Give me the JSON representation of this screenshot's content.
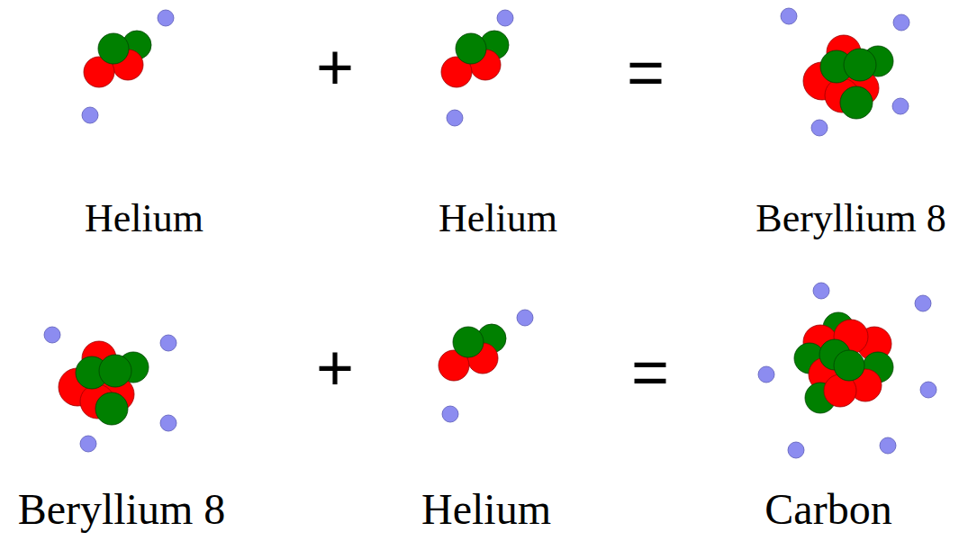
{
  "diagram": {
    "labels": [
      "+",
      "=",
      "Helium",
      "Helium",
      "Beryllium 8",
      "+",
      "=",
      "Beryllium 8",
      "Helium",
      "Carbon"
    ]
  }
}
